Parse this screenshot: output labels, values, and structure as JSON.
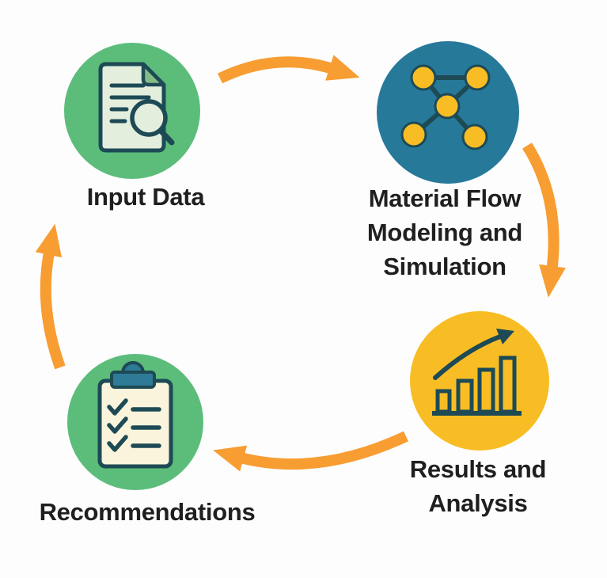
{
  "diagram": {
    "type": "cycle",
    "background_color": "#fdfdfd",
    "arrow_color": "#f79d32",
    "outline_color": "#1d4a55",
    "text_color": "#1f1f1f",
    "steps": [
      {
        "label": "Input Data",
        "icon": "document-search-icon",
        "circle_color": "#5cbd7b"
      },
      {
        "label": "Material Flow Modeling and Simulation",
        "icon": "network-nodes-icon",
        "circle_color": "#27799a"
      },
      {
        "label": "Results and Analysis",
        "icon": "growth-bar-chart-icon",
        "circle_color": "#f8bd24"
      },
      {
        "label": "Recommendations",
        "icon": "checklist-clipboard-icon",
        "circle_color": "#5cbd7b"
      }
    ]
  }
}
